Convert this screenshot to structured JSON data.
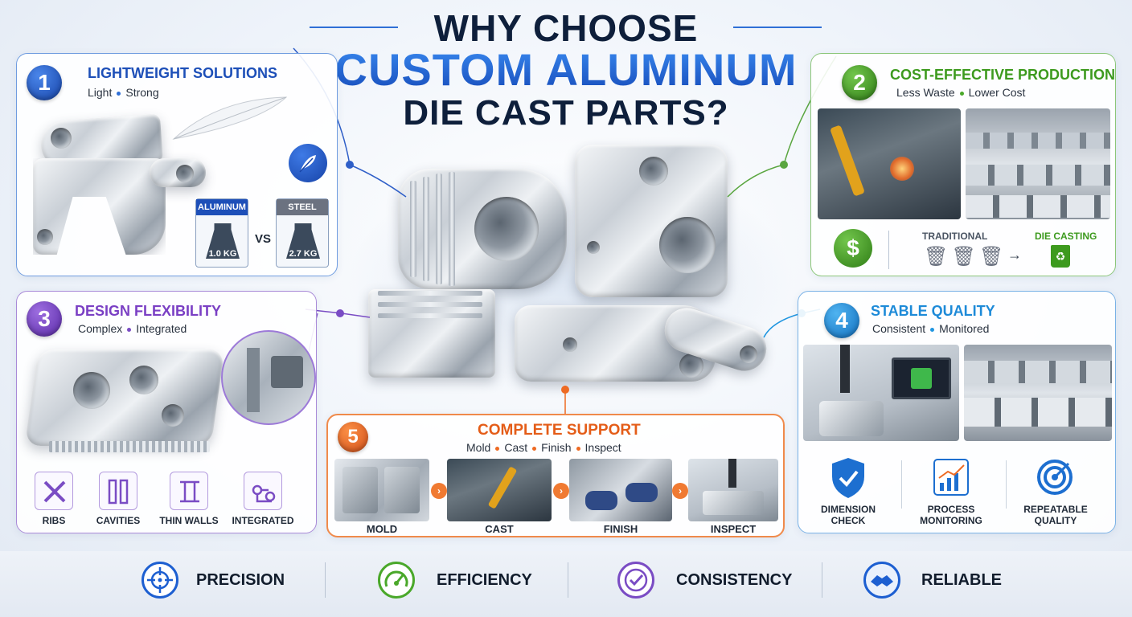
{
  "title": {
    "line1": "WHY CHOOSE",
    "line2": "CUSTOM ALUMINUM",
    "line3": "DIE CAST PARTS?"
  },
  "colors": {
    "blue": "#1d5fd1",
    "green": "#4aa82a",
    "purple": "#7a4cc4",
    "orange": "#ee6a22",
    "cyan": "#2196e0",
    "navy": "#0e1f3b"
  },
  "sections": {
    "lightweight": {
      "number": "1",
      "title": "LIGHTWEIGHT SOLUTIONS",
      "sub_a": "Light",
      "sub_b": "Strong",
      "icon": "feather-icon",
      "aluminum_label": "ALUMINUM",
      "aluminum_weight": "1.0 KG",
      "vs": "VS",
      "steel_label": "STEEL",
      "steel_weight": "2.7 KG"
    },
    "cost": {
      "number": "2",
      "title": "COST-EFFECTIVE PRODUCTION",
      "sub_a": "Less Waste",
      "sub_b": "Lower Cost",
      "traditional": "TRADITIONAL",
      "die_casting": "DIE CASTING",
      "icon": "dollar-icon"
    },
    "design": {
      "number": "3",
      "title": "DESIGN FLEXIBILITY",
      "sub_a": "Complex",
      "sub_b": "Integrated",
      "features": [
        "RIBS",
        "CAVITIES",
        "THIN WALLS",
        "INTEGRATED"
      ]
    },
    "quality": {
      "number": "4",
      "title": "STABLE QUALITY",
      "sub_a": "Consistent",
      "sub_b": "Monitored",
      "checks": [
        {
          "line1": "DIMENSION",
          "line2": "CHECK",
          "icon": "shield-check-icon"
        },
        {
          "line1": "PROCESS",
          "line2": "MONITORING",
          "icon": "chart-icon"
        },
        {
          "line1": "REPEATABLE",
          "line2": "QUALITY",
          "icon": "target-icon"
        }
      ]
    },
    "support": {
      "number": "5",
      "title": "COMPLETE SUPPORT",
      "sub": [
        "Mold",
        "Cast",
        "Finish",
        "Inspect"
      ],
      "steps": [
        "MOLD",
        "CAST",
        "FINISH",
        "INSPECT"
      ]
    }
  },
  "pillars": [
    {
      "label": "PRECISION",
      "icon": "crosshair-icon",
      "color": "#1d5fd1"
    },
    {
      "label": "EFFICIENCY",
      "icon": "gauge-icon",
      "color": "#4aa82a"
    },
    {
      "label": "CONSISTENCY",
      "icon": "check-circle-icon",
      "color": "#7a4cc4"
    },
    {
      "label": "RELIABLE",
      "icon": "handshake-icon",
      "color": "#1d5fd1"
    }
  ]
}
